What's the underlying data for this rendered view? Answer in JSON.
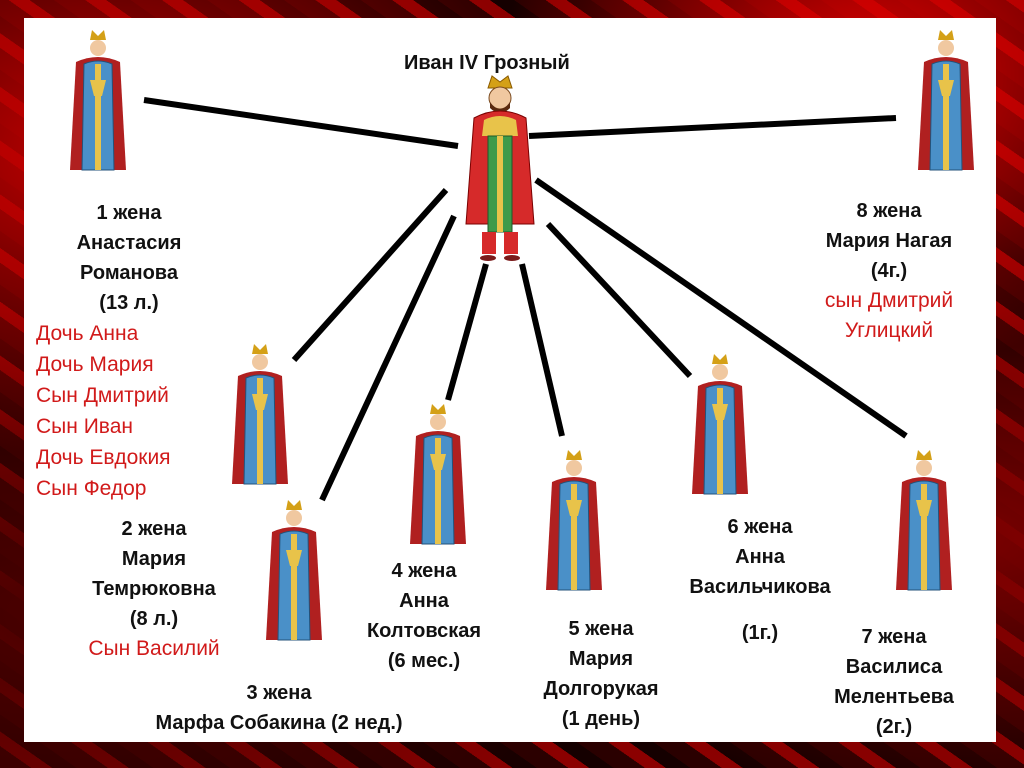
{
  "title": "Иван IV Грозный",
  "wives": [
    {
      "label": "1 жена",
      "name": [
        "Анастасия",
        "Романова"
      ],
      "duration": "(13 л.)",
      "children": [
        "Дочь Анна",
        "Дочь Мария",
        "Сын Дмитрий",
        "Сын Иван",
        "Дочь Евдокия",
        "Сын Федор"
      ]
    },
    {
      "label": "2 жена",
      "name": [
        "Мария",
        "Темрюковна"
      ],
      "duration": "(8 л.)",
      "children": [
        "Сын Василий"
      ]
    },
    {
      "label": "3 жена",
      "name": [
        "Марфа Собакина (2 нед.)"
      ]
    },
    {
      "label": "4 жена",
      "name": [
        "Анна",
        "Колтовская"
      ],
      "duration": "(6 мес.)"
    },
    {
      "label": "5 жена",
      "name": [
        "Мария",
        "Долгорукая"
      ],
      "duration": "(1 день)"
    },
    {
      "label": "6 жена",
      "name": [
        "Анна",
        "Васильчикова"
      ],
      "duration": "(1г.)"
    },
    {
      "label": "7 жена",
      "name": [
        "Василиса",
        "Мелентьева"
      ],
      "duration": "(2г.)"
    },
    {
      "label": "8 жена",
      "name": [
        "Мария Нагая"
      ],
      "duration": "(4г.)",
      "children": [
        "сын Дмитрий",
        "Углицкий"
      ]
    }
  ],
  "colors": {
    "line": "#000000",
    "child_text": "#d11a1a",
    "frame": "#b00000"
  }
}
